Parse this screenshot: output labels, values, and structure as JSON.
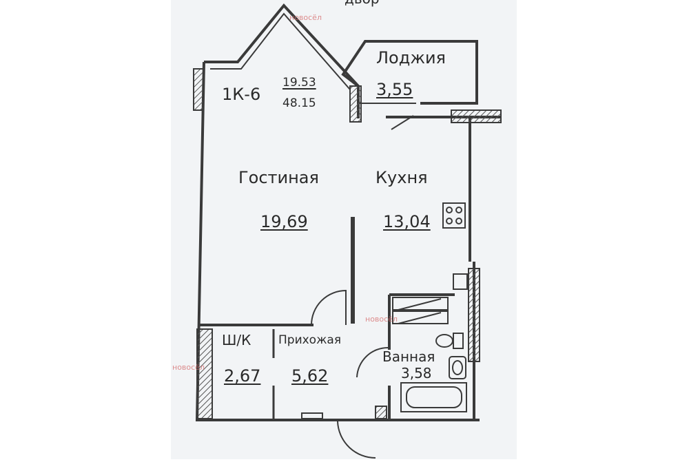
{
  "plan": {
    "apartment_code": "1К-6",
    "living_area": "19.53",
    "total_area": "48.15",
    "top_text": "двор"
  },
  "rooms": {
    "loggia": {
      "name": "Лоджия",
      "area": "3,55"
    },
    "living": {
      "name": "Гостиная",
      "area": "19,69"
    },
    "kitchen": {
      "name": "Кухня",
      "area": "13,04"
    },
    "closet": {
      "name": "Ш/К",
      "area": "2,67"
    },
    "hallway": {
      "name": "Прихожая",
      "area": "5,62"
    },
    "bathroom": {
      "name": "Ванная",
      "area": "3,58"
    }
  },
  "watermark": {
    "text": "новосёл"
  },
  "colors": {
    "paper": "#f2f4f6",
    "wall": "#3a3a3a",
    "hatch": "#555555",
    "text": "#2a2a2a",
    "watermark": "#d56a6a"
  }
}
